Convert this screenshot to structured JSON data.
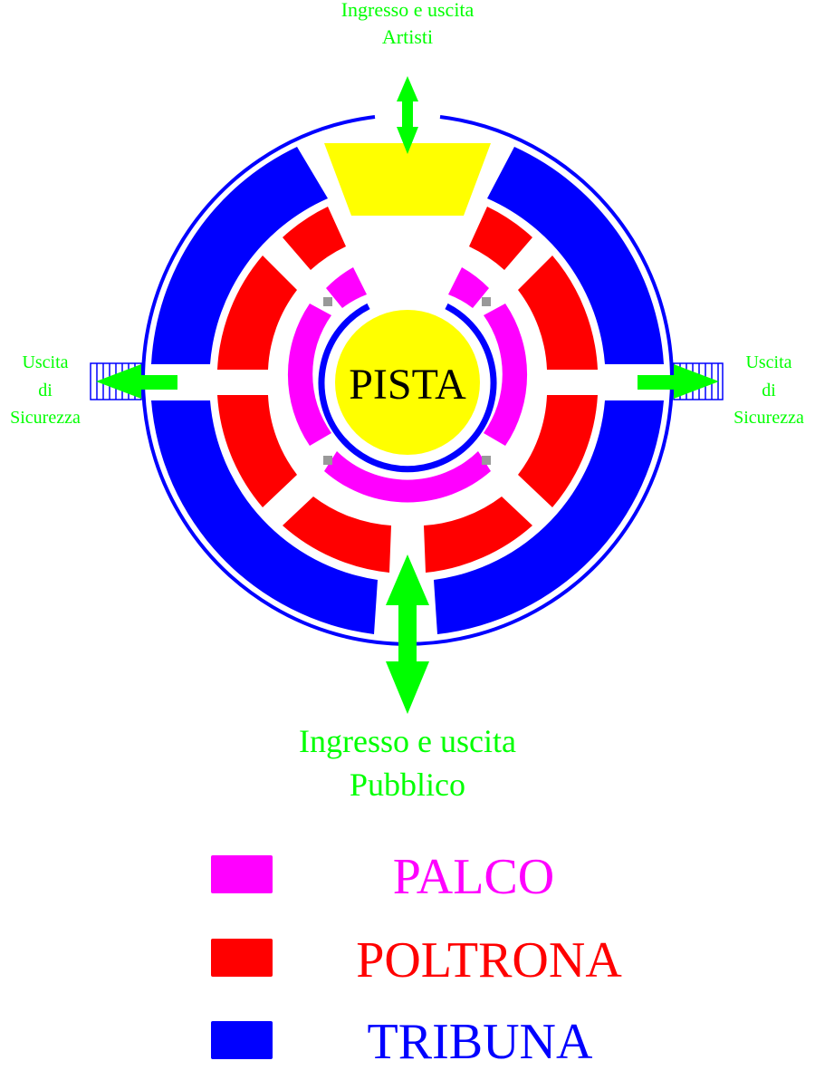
{
  "center_label": "PISTA",
  "exits": {
    "top": {
      "line1": "Ingresso e uscita",
      "line2": "Artisti"
    },
    "bottom": {
      "line1": "Ingresso e uscita",
      "line2": "Pubblico"
    },
    "left": {
      "line1": "Uscita",
      "line2": "di",
      "line3": "Sicurezza"
    },
    "right": {
      "line1": "Uscita",
      "line2": "di",
      "line3": "Sicurezza"
    }
  },
  "legend": [
    {
      "label": "PALCO",
      "color": "#ff00ff"
    },
    {
      "label": "POLTRONA",
      "color": "#ff0000"
    },
    {
      "label": "TRIBUNA",
      "color": "#0000ff"
    }
  ],
  "colors": {
    "pista": "#ffff00",
    "stage": "#ffff00",
    "arrow": "#00ff00",
    "ring": "#0000ff",
    "post": "#999999"
  }
}
